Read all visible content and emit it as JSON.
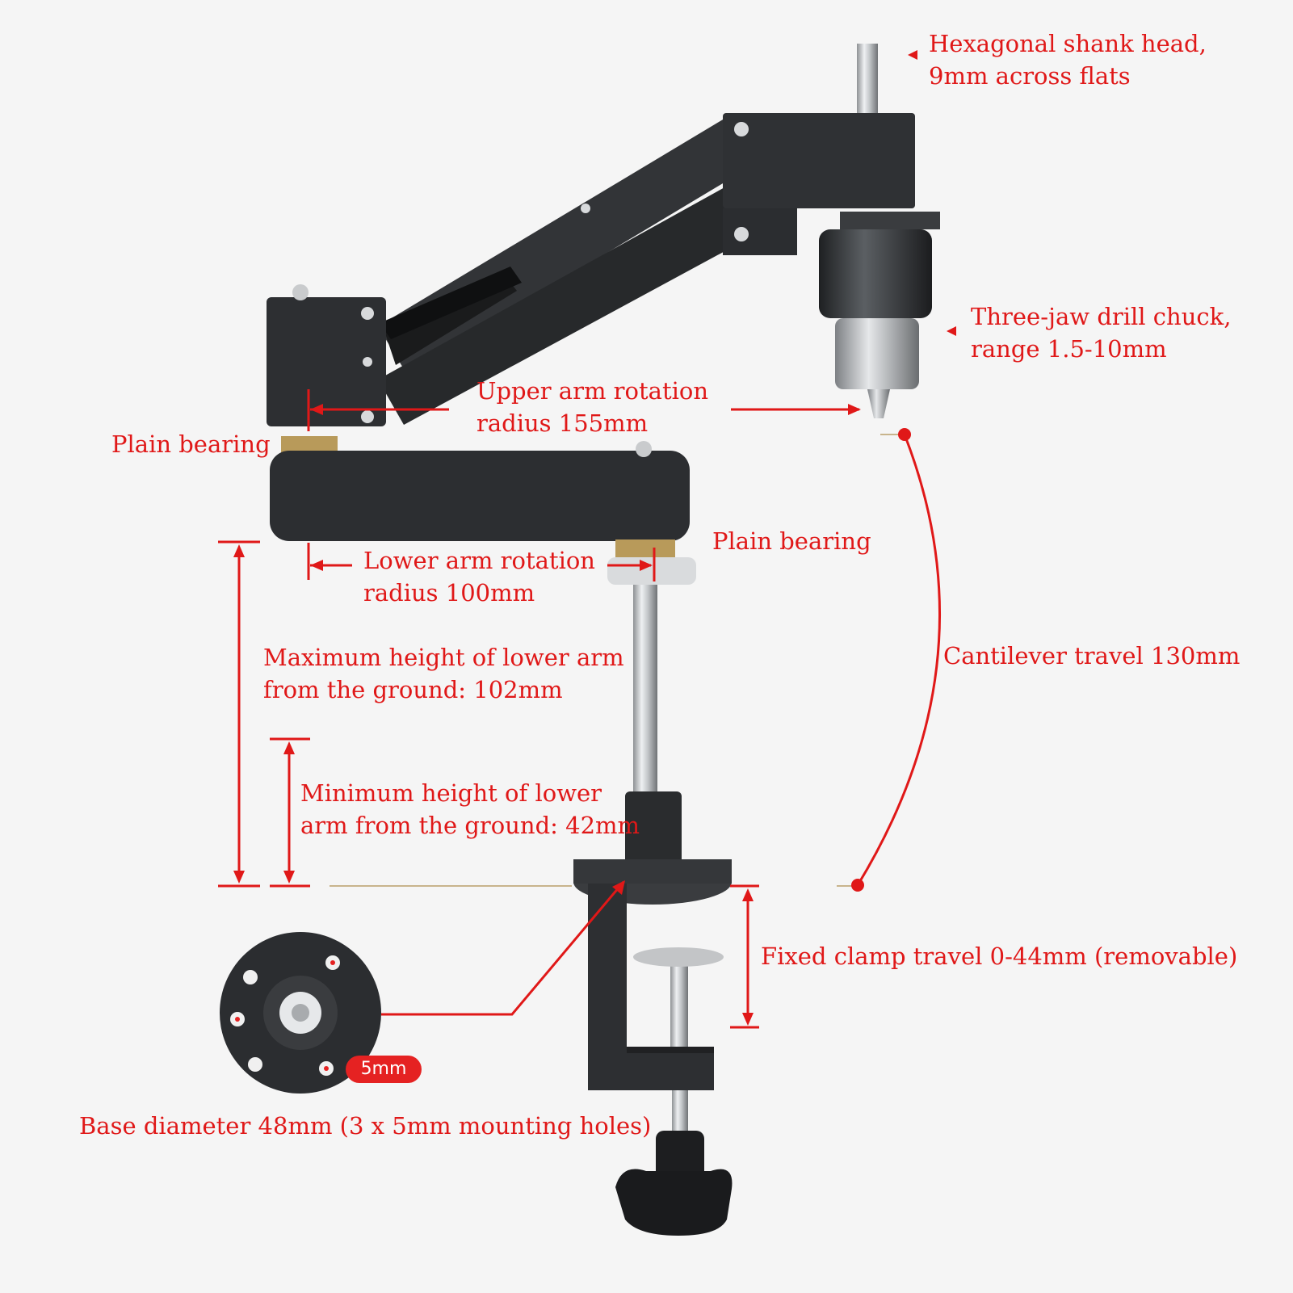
{
  "colors": {
    "annotation_red": "#e01818",
    "background": "#f5f5f5",
    "metal_dark": "#2b2d30",
    "steel": "#c9cbcd"
  },
  "labels": {
    "hex_shank": "Hexagonal shank head,\n9mm across flats",
    "drill_chuck": "Three-jaw drill chuck,\nrange 1.5-10mm",
    "upper_arm_radius": "Upper arm rotation\nradius 155mm",
    "plain_bearing_upper": "Plain bearing",
    "plain_bearing_lower": "Plain bearing",
    "lower_arm_radius": "Lower arm rotation\nradius 100mm",
    "max_height": "Maximum height of lower arm\nfrom the ground: 102mm",
    "min_height": "Minimum height of lower\narm from the ground: 42mm",
    "cantilever_travel": "Cantilever travel 130mm",
    "clamp_travel": "Fixed clamp travel 0-44mm (removable)",
    "base_diameter": "Base diameter 48mm (3 x 5mm mounting holes)",
    "hole_size_badge": "5mm"
  }
}
